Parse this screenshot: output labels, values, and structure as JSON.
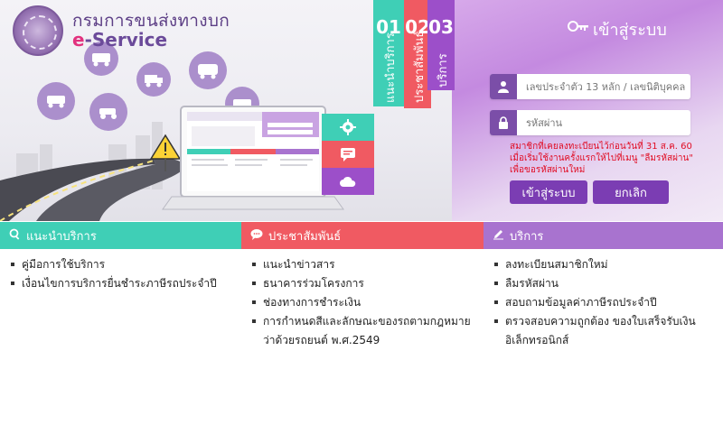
{
  "header": {
    "org_name_th": "กรมการขนส่งทางบก",
    "service_e": "e",
    "service_rest": "-Service"
  },
  "ribbons": [
    {
      "number": "01",
      "label": "แนะนำบริการ",
      "color": "#3fcfb6"
    },
    {
      "number": "02",
      "label": "ประชาสัมพันธ์",
      "color": "#f05a62"
    },
    {
      "number": "03",
      "label": "บริการ",
      "color": "#9c4fc9"
    }
  ],
  "side_icons": [
    "gear-icon",
    "chat-icon",
    "cloud-icon"
  ],
  "login": {
    "title": "เข้าสู่ระบบ",
    "username_placeholder": "เลขประจำตัว 13 หลัก / เลขนิติบุคคล",
    "password_placeholder": "รหัสผ่าน",
    "notice": "สมาชิกที่เคยลงทะเบียนไว้ก่อนวันที่ 31 ส.ค. 60 เมื่อเริ่มใช้งานครั้งแรกให้ไปที่เมนู \"ลืมรหัสผ่าน\" เพื่อขอรหัสผ่านใหม่",
    "login_button": "เข้าสู่ระบบ",
    "cancel_button": "ยกเลิก"
  },
  "sections": {
    "intro": {
      "title": "แนะนำบริการ",
      "items": [
        "คู่มือการใช้บริการ",
        "เงื่อนไขการบริการยื่นชำระภาษีรถประจำปี"
      ]
    },
    "news": {
      "title": "ประชาสัมพันธ์",
      "items": [
        "แนะนำข่าวสาร",
        "ธนาคารร่วมโครงการ",
        "ช่องทางการชำระเงิน",
        "การกำหนดสีและลักษณะของรถตามกฎหมายว่าด้วยรถยนต์ พ.ศ.2549"
      ]
    },
    "services": {
      "title": "บริการ",
      "items": [
        "ลงทะเบียนสมาชิกใหม่",
        "ลืมรหัสผ่าน",
        "สอบถามข้อมูลค่าภาษีรถประจำปี",
        "ตรวจสอบความถูกต้อง ของใบเสร็จรับเงินอิเล็กทรอนิกส์"
      ]
    }
  },
  "colors": {
    "teal": "#3fcfb6",
    "coral": "#f05a62",
    "purple": "#9c4fc9",
    "button": "#7b3db3",
    "notice": "#e10d24"
  }
}
